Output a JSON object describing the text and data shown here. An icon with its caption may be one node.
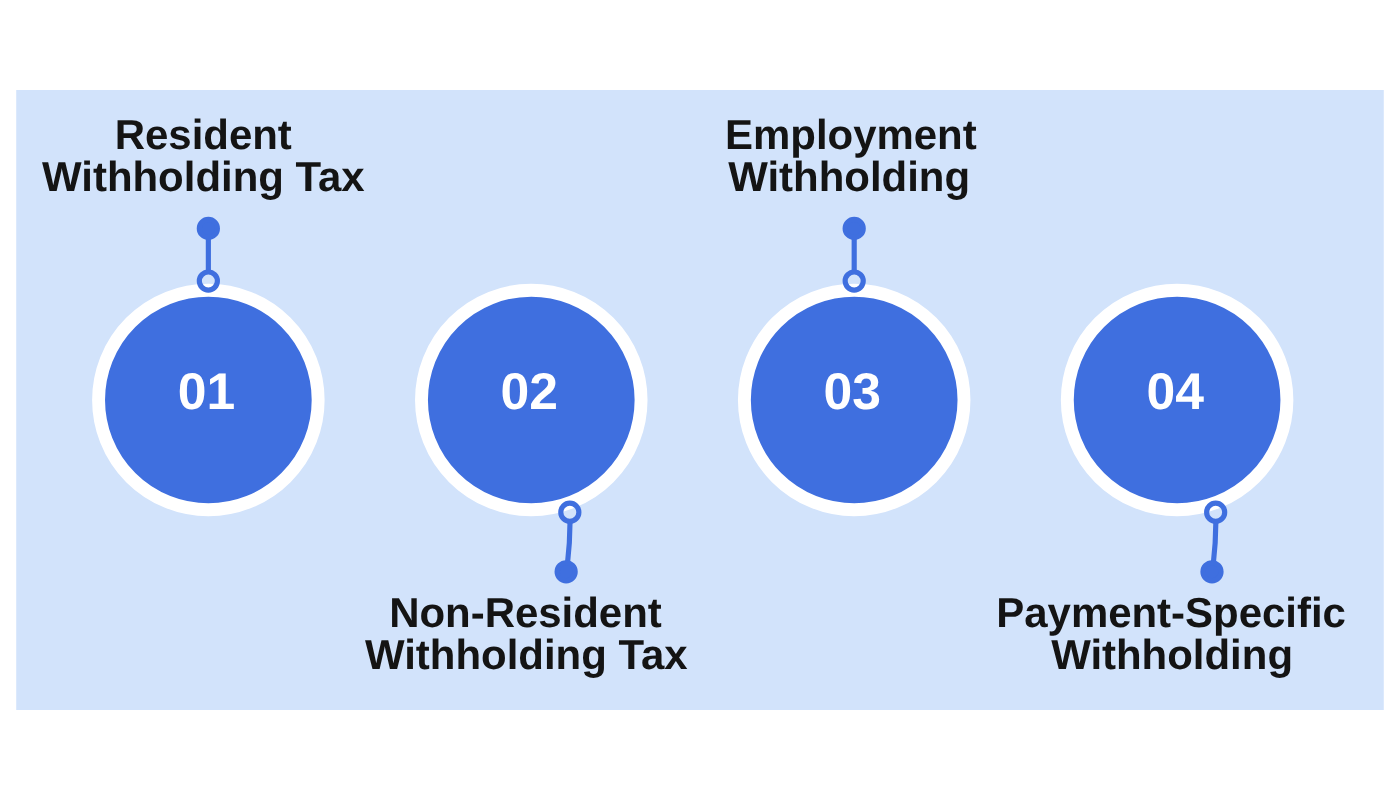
{
  "diagram": {
    "nodes": [
      {
        "text": [
          "Resident Withholding Tax"
        ]
      },
      {
        "text": [
          "Employment Withholding"
        ]
      },
      {
        "text": [
          "01"
        ]
      },
      {
        "text": [
          "02"
        ]
      },
      {
        "text": [
          "03"
        ]
      },
      {
        "text": [
          "04"
        ]
      },
      {
        "text": [
          "Non-Resident Withholding Tax"
        ]
      },
      {
        "text": [
          "Payment-Specific Withholding"
        ]
      }
    ],
    "edges": [
      {
        "from": 0,
        "to": 2,
        "arrow": "other"
      },
      {
        "from": 6,
        "to": 3,
        "arrow": "other"
      },
      {
        "from": 1,
        "to": 4,
        "arrow": "other"
      },
      {
        "from": 7,
        "to": 5,
        "arrow": "other"
      }
    ]
  }
}
